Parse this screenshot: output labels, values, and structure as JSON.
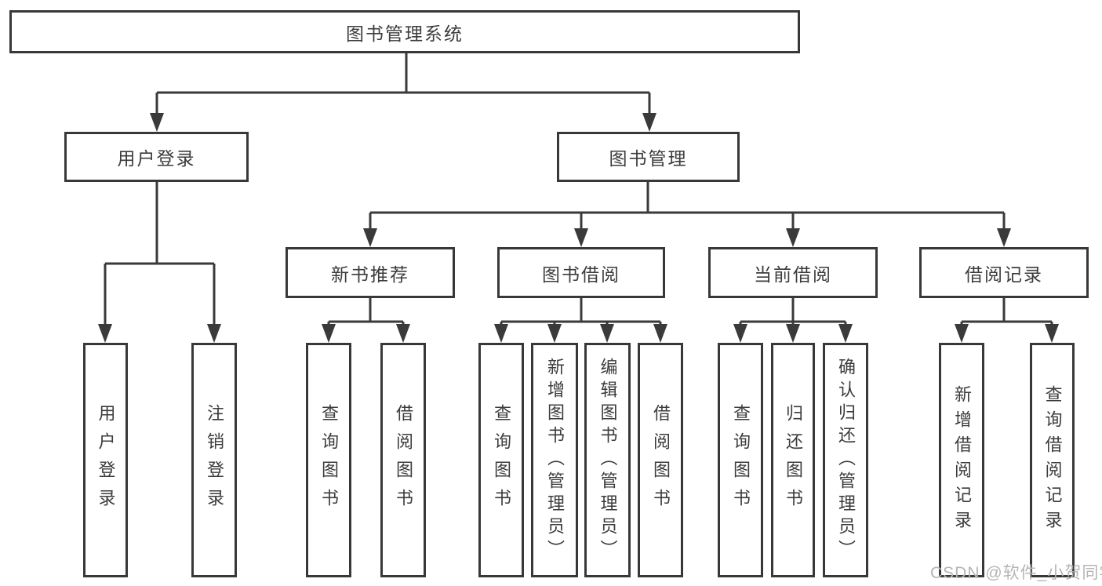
{
  "colors": {
    "line": "#3a3a3a",
    "box_border": "#383838",
    "text": "#3c3c3c",
    "background": "#ffffff",
    "watermark": "#b5b5b5"
  },
  "watermark": {
    "text": "CSDN @软件_小贺同学"
  },
  "tree": {
    "root": {
      "label": "图书管理系统",
      "children": [
        {
          "label": "用户登录",
          "children": [
            {
              "label": "用户登录"
            },
            {
              "label": "注销登录"
            }
          ]
        },
        {
          "label": "图书管理",
          "children": [
            {
              "label": "新书推荐",
              "children": [
                {
                  "label": "查询图书"
                },
                {
                  "label": "借阅图书"
                }
              ]
            },
            {
              "label": "图书借阅",
              "children": [
                {
                  "label": "查询图书"
                },
                {
                  "label": "新增图书（管理员）"
                },
                {
                  "label": "编辑图书（管理员）"
                },
                {
                  "label": "借阅图书"
                }
              ]
            },
            {
              "label": "当前借阅",
              "children": [
                {
                  "label": "查询图书"
                },
                {
                  "label": "归还图书"
                },
                {
                  "label": "确认归还（管理员）"
                }
              ]
            },
            {
              "label": "借阅记录",
              "children": [
                {
                  "label": "新增借阅记录"
                },
                {
                  "label": "查询借阅记录"
                }
              ]
            }
          ]
        }
      ]
    }
  }
}
